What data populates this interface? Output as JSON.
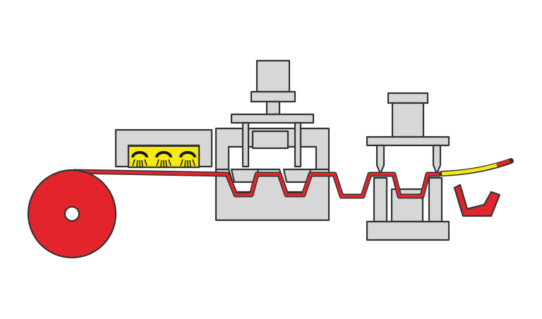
{
  "diagram": {
    "type": "thermoforming-line-schematic",
    "colors": {
      "background": "#ffffff",
      "machine_gray": "#d7d7d7",
      "outline": "#333333",
      "film_red": "#e3242b",
      "heater_yellow": "#f5ea14",
      "heater_element": "#1a1a1a",
      "hole_white": "#ffffff"
    },
    "components": {
      "film_roll": {
        "icon": "film-roll-icon"
      },
      "heater": {
        "icon": "heater-icon",
        "element_count": 3
      },
      "forming_station": {
        "icon": "forming-press-icon",
        "mold_cavity_count": 2
      },
      "trimming_station": {
        "icon": "trimming-press-icon",
        "cutter_count": 2
      },
      "trimmed_part": {
        "icon": "formed-cup-icon"
      },
      "skeleton_scrap": {
        "icon": "scrap-web-icon"
      }
    }
  }
}
